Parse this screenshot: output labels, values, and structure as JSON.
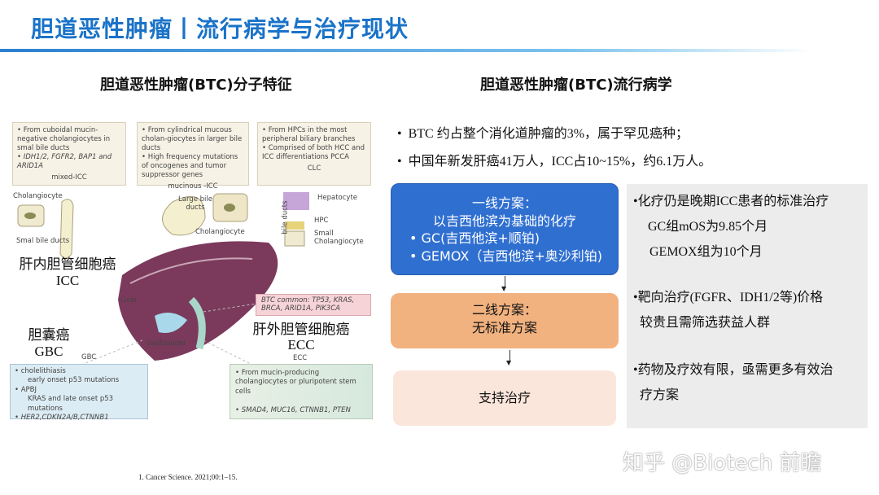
{
  "title": "胆道恶性肿瘤丨流行病学与治疗现状",
  "left": {
    "heading": "胆道恶性肿瘤(BTC)分子特征",
    "boxes": [
      {
        "lines": [
          "• From cuboidal mucin-negative cholangiocytes in smal bile ducts",
          "• IDH1/2, FGFR2, BAP1 and ARID1A"
        ],
        "label": "mixed-ICC"
      },
      {
        "lines": [
          "• From cylindrical mucous cholan-giocytes in larger bile ducts",
          "• High frequency mutations of oncogenes and tumor suppressor genes"
        ],
        "label": "mucinous -ICC"
      },
      {
        "lines": [
          "• From HPCs in the most peripheral biliary branches",
          "• Comprised of both HCC and ICC differentiations PCCA"
        ],
        "label": "CLC"
      }
    ],
    "fig_labels": {
      "cholangiocyte1": "Cholangiocyte",
      "smal_ducts": "Smal bile ducts",
      "large_ducts": "Large bile ducts",
      "cholangiocyte2": "Cholangiocyte",
      "hepatocyte": "Hepatocyte",
      "bile_ducts": "bile ducts",
      "hpc": "HPC",
      "small_chol": "Small Cholangiocyte",
      "liver": "Liver",
      "gallbladder": "Gallbladder",
      "gbc_small": "GBC",
      "ecc_small": "ECC"
    },
    "icc_cn": "肝内胆管细胞癌",
    "icc_en": "ICC",
    "gbc_cn": "胆囊癌",
    "gbc_en": "GBC",
    "ecc_cn": "肝外胆管细胞癌",
    "ecc_en": "ECC",
    "btc_common": "BTC common: TP53, KRAS, BRCA, ARID1A, PIK3CA",
    "gbc_box": [
      "• cholelithiasis",
      "early onset p53 mutations",
      "• APBJ",
      "KRAS and late onset p53 mutations",
      "• HER2,CDKN2A/B,CTNNB1"
    ],
    "ecc_box": [
      "• From mucin-producing cholangiocytes or pluripotent stem cells",
      "• SMAD4, MUC16, CTNNB1, PTEN"
    ],
    "footnote": "1. Cancer Science. 2021;00:1–15."
  },
  "right": {
    "heading": "胆道恶性肿瘤(BTC)流行病学",
    "bullets": [
      "BTC 约占整个消化道肿瘤的3%，属于罕见癌种；",
      "中国年新发肝癌41万人，ICC占10~15%，约6.1万人。"
    ],
    "flow": [
      {
        "lines": [
          "一线方案：",
          "以吉西他滨为基础的化疗",
          "• GC(吉西他滨+顺铂)",
          "• GEMOX（吉西他滨+奥沙利铂)"
        ],
        "color": "#2f6fd0"
      },
      {
        "lines": [
          "二线方案：",
          "无标准方案"
        ],
        "color": "#f2b27f"
      },
      {
        "lines": [
          "支持治疗"
        ],
        "color": "#fbe6dc"
      }
    ],
    "notes": [
      [
        "•化疗仍是晚期ICC患者的标准治疗",
        "GC组mOS为9.85个月",
        "GEMOX组为10个月"
      ],
      [
        "•靶向治疗(FGFR、IDH1/2等)价格",
        "较贵且需筛选获益人群"
      ],
      [
        "•药物及疗效有限，亟需更多有效治",
        "疗方案"
      ]
    ]
  },
  "watermark": "知乎 @Biotech 前瞻"
}
